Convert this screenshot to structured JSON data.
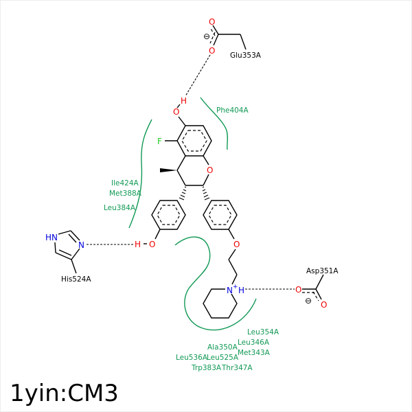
{
  "title": "1yin:CM3",
  "colors": {
    "oxygen": "#ee0000",
    "nitrogen": "#0000dd",
    "fluorine": "#22cc22",
    "hydrophobic": "#119955",
    "bond": "#000000"
  },
  "atoms": {
    "glu_o1": "O",
    "glu_o2": "O",
    "glu_minus": "⊖",
    "phenol_top_o": "O",
    "phenol_top_h": "H",
    "fluorine": "F",
    "ring_o": "O",
    "phenol_left_o": "O",
    "phenol_left_h": "H",
    "ether_o": "O",
    "piperidine_n": "N",
    "piperidine_plus": "+",
    "piperidine_h": "H",
    "his_nh": "HN",
    "his_n": "N",
    "asp_o1": "O",
    "asp_o2": "O",
    "asp_minus": "⊖"
  },
  "residues": {
    "hbond_partners": [
      {
        "id": "glu353",
        "label": "Glu353A"
      },
      {
        "id": "his524",
        "label": "His524A"
      },
      {
        "id": "asp351",
        "label": "Asp351A"
      }
    ],
    "hydrophobic_top_right": [
      "Phe404A"
    ],
    "hydrophobic_left": [
      "Ile424A",
      "Met388A",
      "Leu384A"
    ],
    "hydrophobic_bottom": [
      "Leu354A",
      "Leu346A",
      "Ala350A",
      "Met343A",
      "Leu536A",
      "Leu525A",
      "Trp383A",
      "Thr347A"
    ]
  }
}
